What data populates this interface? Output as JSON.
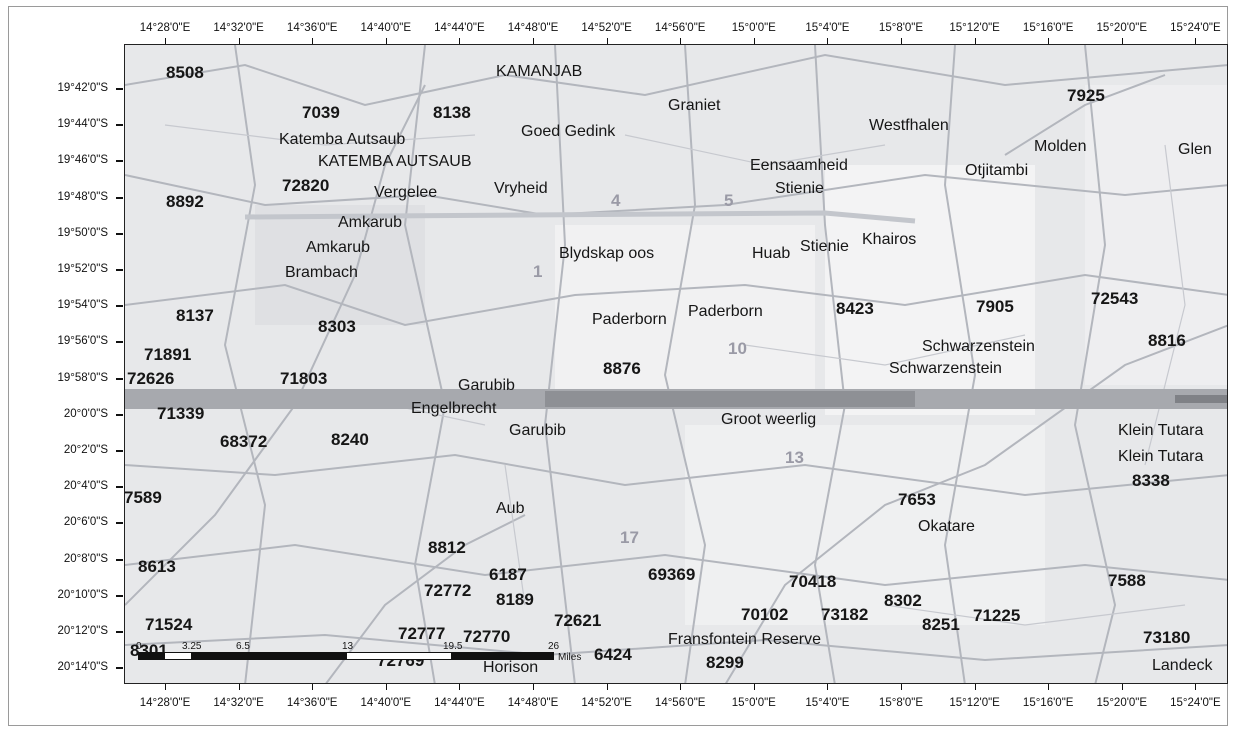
{
  "map": {
    "top_ticks": [
      "14°28'0\"E",
      "14°32'0\"E",
      "14°36'0\"E",
      "14°40'0\"E",
      "14°44'0\"E",
      "14°48'0\"E",
      "14°52'0\"E",
      "14°56'0\"E",
      "15°0'0\"E",
      "15°4'0\"E",
      "15°8'0\"E",
      "15°12'0\"E",
      "15°16'0\"E",
      "15°20'0\"E",
      "15°24'0\"E"
    ],
    "bottom_ticks": [
      "14°28'0\"E",
      "14°32'0\"E",
      "14°36'0\"E",
      "14°40'0\"E",
      "14°44'0\"E",
      "14°48'0\"E",
      "14°52'0\"E",
      "14°56'0\"E",
      "15°0'0\"E",
      "15°4'0\"E",
      "15°8'0\"E",
      "15°12'0\"E",
      "15°16'0\"E",
      "15°20'0\"E",
      "15°24'0\"E"
    ],
    "left_ticks": [
      "19°42'0\"S",
      "19°44'0\"S",
      "19°46'0\"S",
      "19°48'0\"S",
      "19°50'0\"S",
      "19°52'0\"S",
      "19°54'0\"S",
      "19°56'0\"S",
      "19°58'0\"S",
      "20°0'0\"S",
      "20°2'0\"S",
      "20°4'0\"S",
      "20°6'0\"S",
      "20°8'0\"S",
      "20°10'0\"S",
      "20°12'0\"S",
      "20°14'0\"S"
    ],
    "scale_bar": {
      "labels": [
        "0",
        "3.25",
        "6.5",
        "13",
        "19.5",
        "26"
      ],
      "unit": "Miles"
    },
    "place_labels": [
      "KAMANJAB",
      "Graniet",
      "Goed Gedink",
      "Westfhalen",
      "Molden",
      "Glen",
      "Katemba Autsaub",
      "KATEMBA AUTSAUB",
      "Eensaamheid",
      "Stienie",
      "Otjitambi",
      "Vergelee",
      "Vryheid",
      "Amkarub",
      "Amkarub",
      "Brambach",
      "Blydskap oos",
      "Huab",
      "Stienie",
      "Khairos",
      "Paderborn",
      "Paderborn",
      "Schwarzenstein",
      "Schwarzenstein",
      "Garubib",
      "Engelbrecht",
      "Garubib",
      "Groot weerlig",
      "Klein Tutara",
      "Klein Tutara",
      "Aub",
      "Okatare",
      "Fransfontein Reserve",
      "Horison",
      "Landeck"
    ],
    "farm_numbers": [
      "8508",
      "7039",
      "8138",
      "7925",
      "72820",
      "8892",
      "8137",
      "8303",
      "8423",
      "7905",
      "72543",
      "71891",
      "8816",
      "72626",
      "71803",
      "8876",
      "71339",
      "68372",
      "8240",
      "8338",
      "7589",
      "7653",
      "8812",
      "8613",
      "6187",
      "69369",
      "70418",
      "7588",
      "72772",
      "8189",
      "8302",
      "71524",
      "72621",
      "70102",
      "73182",
      "8251",
      "71225",
      "72777",
      "72770",
      "73180",
      "8301",
      "6424",
      "72769",
      "8299"
    ],
    "section_numbers": [
      "1",
      "4",
      "5",
      "10",
      "13",
      "17"
    ]
  }
}
